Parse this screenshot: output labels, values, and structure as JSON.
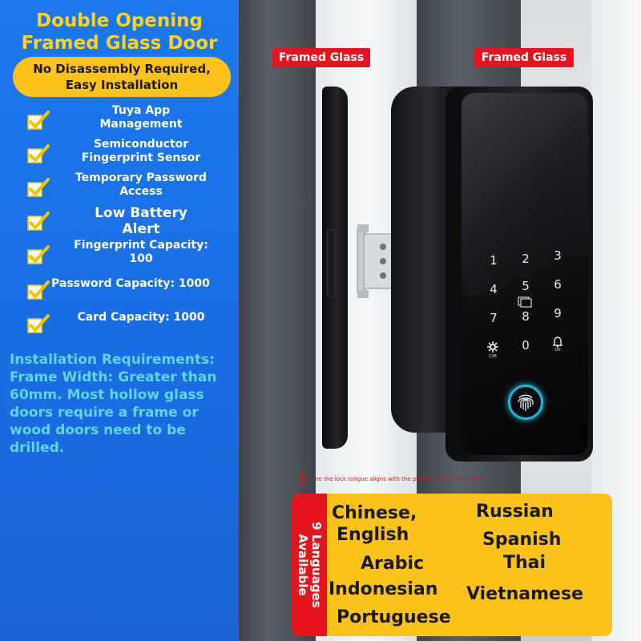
{
  "headline": {
    "line1": "Double Opening",
    "line2": "Framed Glass Door"
  },
  "subheadline": {
    "line1": "No Disassembly Required,",
    "line2": "Easy Installation"
  },
  "features": [
    {
      "line1": "Tuya App",
      "line2": "Management"
    },
    {
      "line1": "Semiconductor",
      "line2": "Fingerprint Sensor"
    },
    {
      "line1": "Temporary Password",
      "line2": "Access"
    },
    {
      "line1": "Low Battery",
      "line2": "Alert"
    },
    {
      "line1": "Fingerprint Capacity:",
      "line2": "100"
    },
    {
      "line1": "Password Capacity: 1000",
      "line2": ""
    },
    {
      "line1": "Card Capacity: 1000",
      "line2": ""
    }
  ],
  "requirements": {
    "line1": "Installation Requirements:",
    "line2": "Frame Width: Greater than",
    "line3": "60mm. Most hollow glass",
    "line4": "doors require a frame or",
    "line5": "wood doors need to be",
    "line6": "drilled."
  },
  "tags": {
    "left": "Framed Glass",
    "right": "Framed Glass"
  },
  "keypad": {
    "keys": [
      "1",
      "2",
      "3",
      "4",
      "5",
      "6",
      "7",
      "8",
      "9",
      "0"
    ],
    "settings_label": "C/M",
    "bell_label": "OK"
  },
  "hint": "Ensure the lock tongue aligns with the position of the strike plate",
  "languages": {
    "tab_line1": "9 Languages",
    "tab_line2": "Available",
    "items": {
      "chinese": "Chinese,",
      "english": "English",
      "russian": "Russian",
      "spanish": "Spanish",
      "arabic": "Arabic",
      "thai": "Thai",
      "indonesian": "Indonesian",
      "vietnamese": "Vietnamese",
      "portuguese": "Portuguese"
    }
  },
  "colors": {
    "panel_blue": "#1b78ee",
    "headline_yellow": "#ffd21e",
    "pill_yellow": "#fbc21a",
    "requirements_cyan": "#5fd7e6",
    "tag_red": "#e6141d",
    "fingerprint_ring": "#1fb4d8"
  }
}
